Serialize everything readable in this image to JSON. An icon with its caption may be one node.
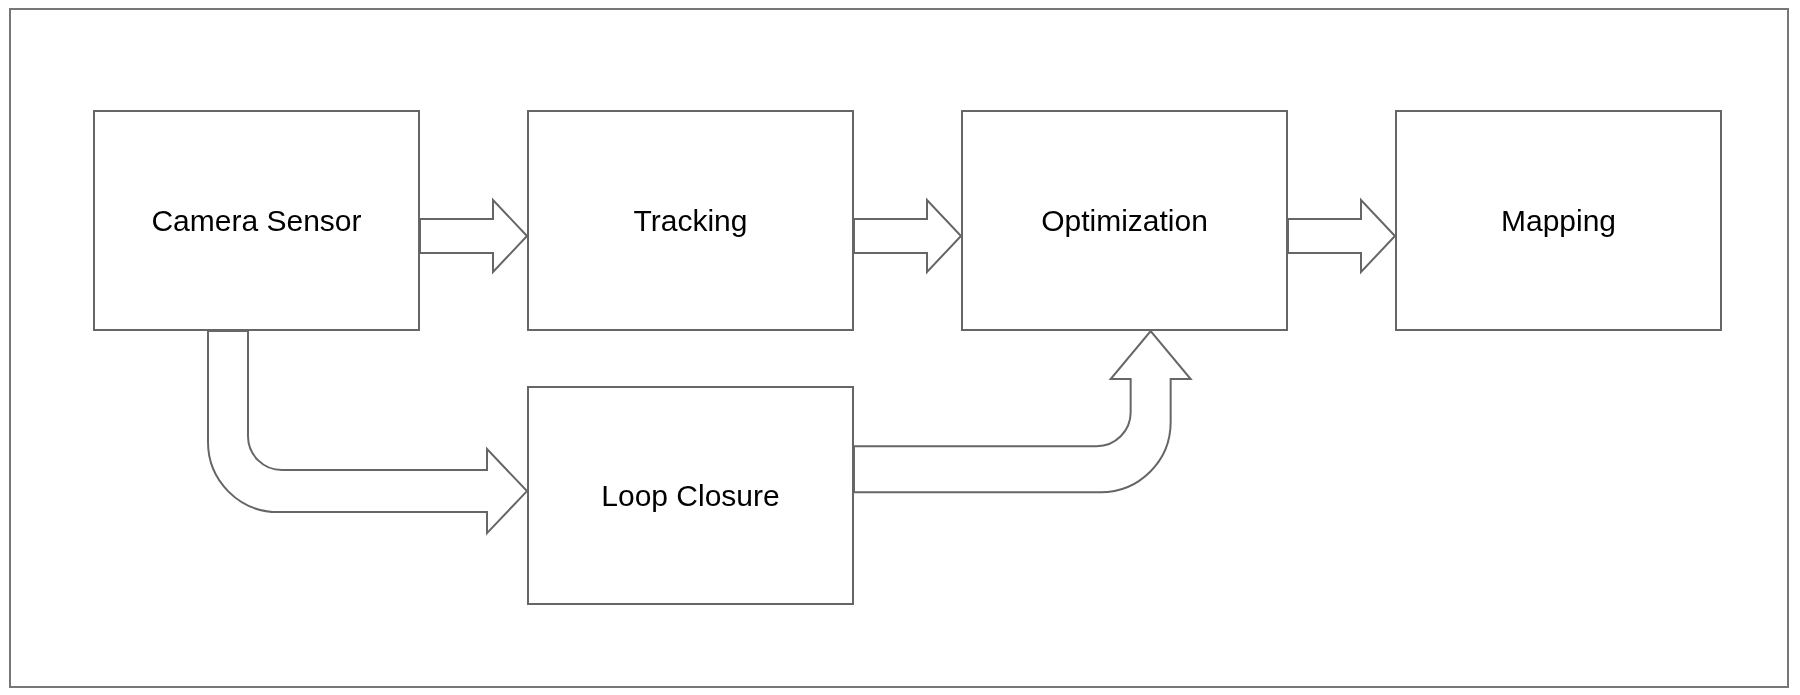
{
  "diagram": {
    "nodes": [
      {
        "text": [
          "Camera Sensor"
        ]
      },
      {
        "text": [
          "Tracking"
        ]
      },
      {
        "text": [
          "Optimization"
        ]
      },
      {
        "text": [
          "Mapping"
        ]
      },
      {
        "text": [
          "Loop Closure"
        ]
      }
    ],
    "edges": [
      {
        "from": 0,
        "to": 1,
        "arrow": "to"
      },
      {
        "from": 1,
        "to": 2,
        "arrow": "to"
      },
      {
        "from": 2,
        "to": 3,
        "arrow": "to"
      },
      {
        "from": 0,
        "to": 4,
        "arrow": "to"
      },
      {
        "from": 4,
        "to": 2,
        "arrow": "to"
      }
    ]
  }
}
